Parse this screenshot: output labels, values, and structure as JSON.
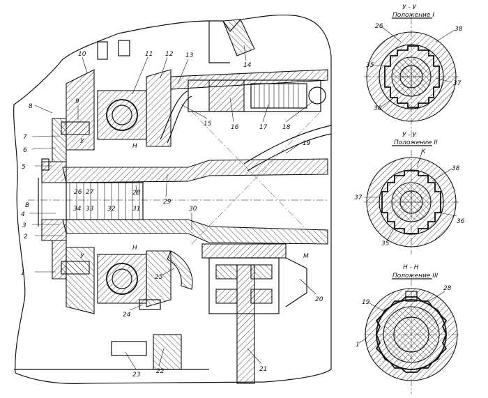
{
  "drawing": {
    "part_numbers": [
      "1",
      "2",
      "3",
      "4",
      "5",
      "6",
      "7",
      "8",
      "9",
      "10",
      "11",
      "12",
      "13",
      "14",
      "15",
      "16",
      "17",
      "18",
      "19",
      "20",
      "21",
      "22",
      "23",
      "24",
      "25",
      "26",
      "27",
      "28",
      "29",
      "30",
      "31",
      "32",
      "33",
      "34",
      "35",
      "36",
      "37",
      "38"
    ],
    "letter_marks": [
      "В",
      "К",
      "Н",
      "М",
      "У"
    ],
    "sections": [
      {
        "section": "У - У",
        "position": "Положение I",
        "labels": [
          "26",
          "38",
          "35",
          "37",
          "36"
        ]
      },
      {
        "section": "У - У",
        "position": "Положение II",
        "labels": [
          "К",
          "38",
          "37",
          "36",
          "35"
        ]
      },
      {
        "section": "Н - Н",
        "position": "Положение III",
        "labels": [
          "28",
          "19",
          "1"
        ]
      }
    ]
  }
}
